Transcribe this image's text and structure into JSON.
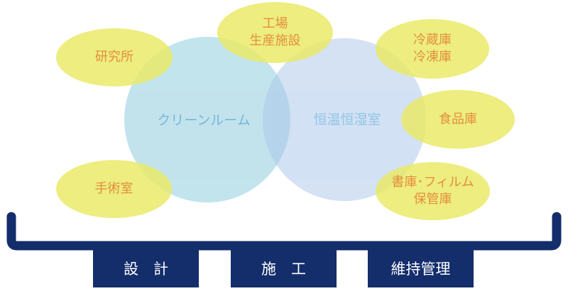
{
  "colors": {
    "clean_room_circle": "#9dd3e2",
    "thermo_circle": "#a9c5ea",
    "ellipse_fill": "#eaea6a",
    "ellipse_text": "#e07b1a",
    "main_text": "#1f8cc8",
    "bracket": "#142d6b",
    "stage_text": "#ffffff"
  },
  "circles": {
    "clean_room": "クリーンルーム",
    "thermo": "恒温恒湿室"
  },
  "ellipses": {
    "lab": [
      "研究所"
    ],
    "factory": [
      "工場",
      "生産施設"
    ],
    "cold_storage": [
      "冷蔵庫",
      "冷凍庫"
    ],
    "food_storage": [
      "食品庫"
    ],
    "surgery_room": [
      "手術室"
    ],
    "archive": [
      "書庫･フィルム",
      "保管庫"
    ]
  },
  "stages": {
    "design": "設　計",
    "construction": "施　工",
    "maintenance": "維持管理"
  }
}
